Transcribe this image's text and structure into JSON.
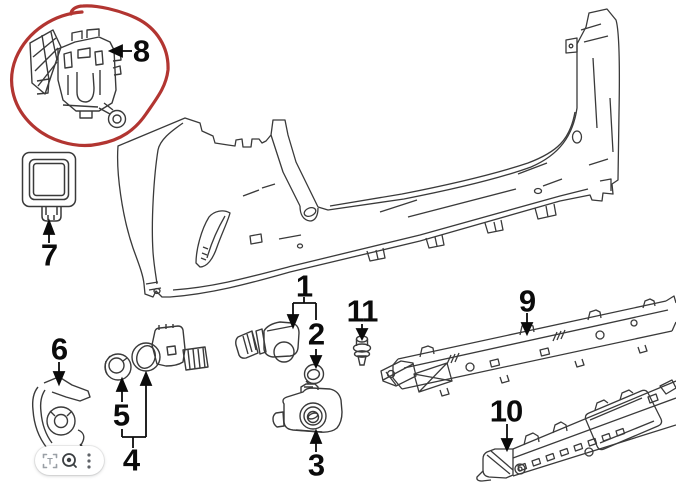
{
  "diagram": {
    "description": "Exploded parts diagram of a rear bumper assembly with numbered callouts",
    "highlight_color": "#b23531",
    "line_color": "#3a3a3a",
    "callout_color": "#0b0b0b",
    "callouts": [
      {
        "text": "1"
      },
      {
        "text": "2"
      },
      {
        "text": "3"
      },
      {
        "text": "4"
      },
      {
        "text": "5"
      },
      {
        "text": "6"
      },
      {
        "text": "7"
      },
      {
        "text": "8"
      },
      {
        "text": "9"
      },
      {
        "text": "10"
      },
      {
        "text": "11"
      }
    ]
  },
  "toolbar": {
    "icons": [
      {
        "name": "text-select-icon"
      },
      {
        "name": "lens-search-icon"
      },
      {
        "name": "more-options-icon"
      }
    ]
  }
}
